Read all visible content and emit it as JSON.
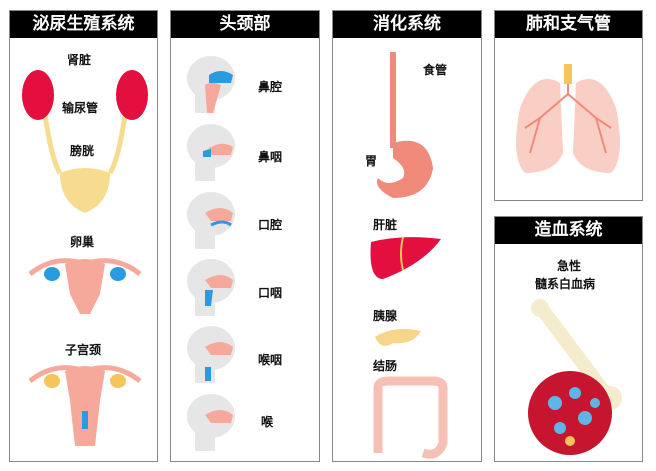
{
  "panels": {
    "urogenital": {
      "title": "泌尿生殖系统",
      "labels": {
        "kidney": "肾脏",
        "ureter": "输尿管",
        "bladder": "膀胱",
        "ovary": "卵巢",
        "cervix": "子宫颈"
      }
    },
    "head_neck": {
      "title": "头颈部",
      "labels": [
        "鼻腔",
        "鼻咽",
        "口腔",
        "口咽",
        "喉咽",
        "喉"
      ]
    },
    "digestive": {
      "title": "消化系统",
      "labels": {
        "esophagus": "食管",
        "stomach": "胃",
        "liver": "肝脏",
        "pancreas": "胰腺",
        "colon": "结肠"
      }
    },
    "lung": {
      "title": "肺和支气管"
    },
    "hematopoietic": {
      "title": "造血系统",
      "labels": {
        "line1": "急性",
        "line2": "髓系白血病"
      }
    }
  },
  "colors": {
    "kidney": "#e3103f",
    "urinary": "#f7dc8f",
    "pink": "#f6a99b",
    "blue": "#2a9be0",
    "head": "#e6e6e6"
  }
}
